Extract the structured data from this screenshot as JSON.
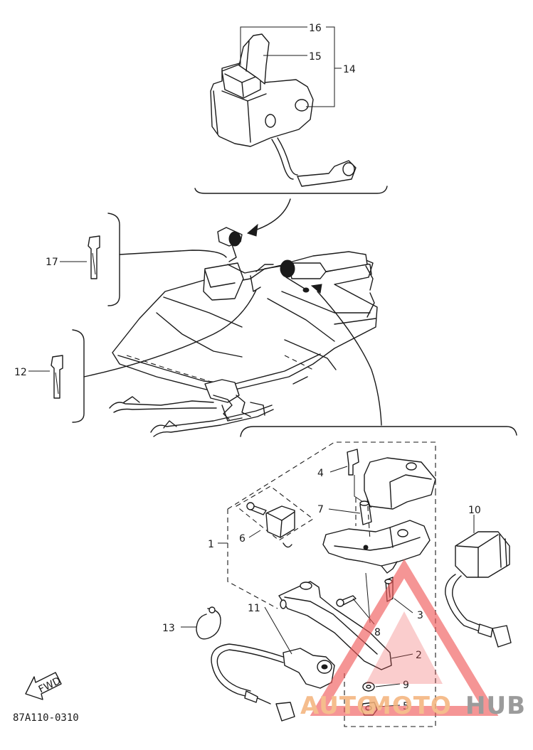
{
  "diagram": {
    "drawing_code": "87A110-0310",
    "fwd_label": "FWD",
    "watermark": {
      "part1": "AUTO",
      "part2": "MOTO",
      "part3": "HUB"
    },
    "callouts": [
      {
        "id": "1",
        "text": "1"
      },
      {
        "id": "2",
        "text": "2"
      },
      {
        "id": "3",
        "text": "3"
      },
      {
        "id": "4",
        "text": "4"
      },
      {
        "id": "5",
        "text": "5"
      },
      {
        "id": "6",
        "text": "6"
      },
      {
        "id": "7",
        "text": "7"
      },
      {
        "id": "8",
        "text": "8"
      },
      {
        "id": "9",
        "text": "9"
      },
      {
        "id": "10",
        "text": "10"
      },
      {
        "id": "11",
        "text": "11"
      },
      {
        "id": "12",
        "text": "12"
      },
      {
        "id": "13",
        "text": "13"
      },
      {
        "id": "14",
        "text": "14"
      },
      {
        "id": "15",
        "text": "15"
      },
      {
        "id": "16",
        "text": "16"
      },
      {
        "id": "17",
        "text": "17"
      }
    ],
    "colors": {
      "ink": "#1a1a1a",
      "watermark_orange": "#f4b27a",
      "watermark_grey": "#8a8a8a",
      "watermark_red": "#f05a5a"
    }
  }
}
